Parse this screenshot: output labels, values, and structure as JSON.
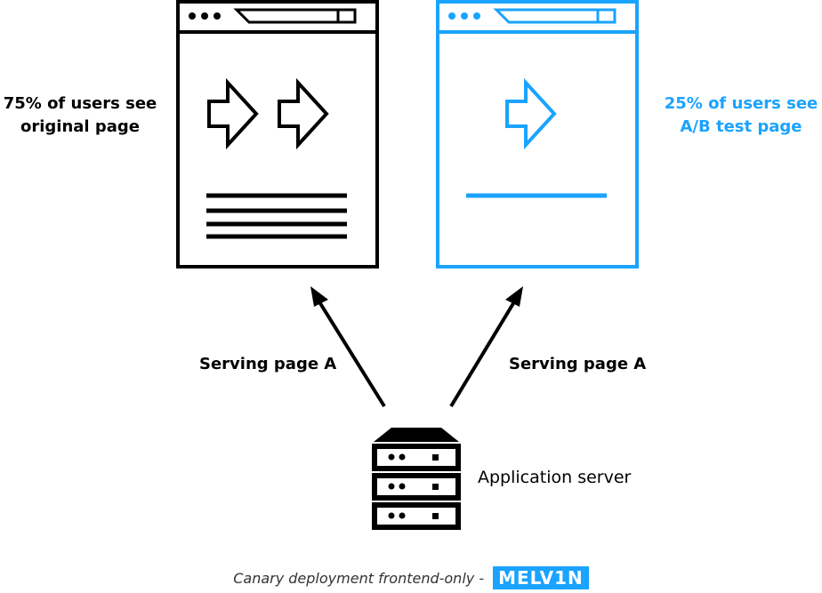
{
  "left_caption": {
    "line1": "75% of users see",
    "line2": "original page"
  },
  "right_caption": {
    "line1": "25% of users see",
    "line2": "A/B test page"
  },
  "serving_left": "Serving page A",
  "serving_right": "Serving page A",
  "server_label": "Application server",
  "footer": {
    "text": "Canary deployment frontend-only  -",
    "logo": "MELV1N"
  },
  "colors": {
    "original": "#000000",
    "test": "#1aa3ff"
  },
  "icons": [
    "browser-window-icon",
    "arrow-icon",
    "server-icon"
  ]
}
